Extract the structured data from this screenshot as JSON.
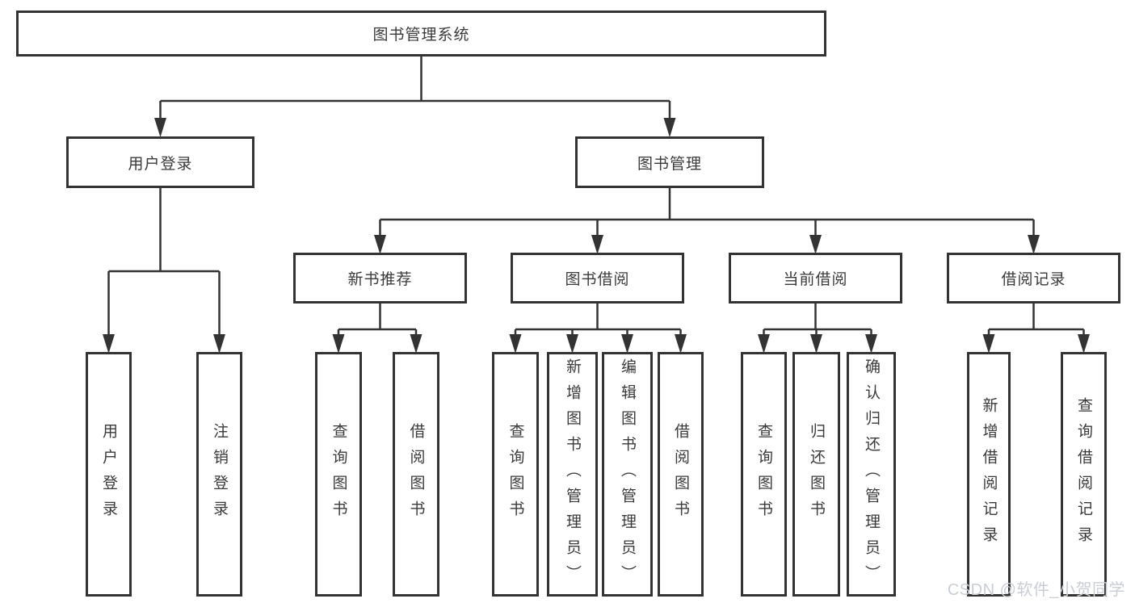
{
  "tree": {
    "label": "图书管理系统",
    "children": [
      {
        "label": "用户登录",
        "children": [
          {
            "label": "用户登录"
          },
          {
            "label": "注销登录"
          }
        ]
      },
      {
        "label": "图书管理",
        "children": [
          {
            "label": "新书推荐",
            "children": [
              {
                "label": "查询图书"
              },
              {
                "label": "借阅图书"
              }
            ]
          },
          {
            "label": "图书借阅",
            "children": [
              {
                "label": "查询图书"
              },
              {
                "label": "新增图书（管理员）"
              },
              {
                "label": "编辑图书（管理员）"
              },
              {
                "label": "借阅图书"
              }
            ]
          },
          {
            "label": "当前借阅",
            "children": [
              {
                "label": "查询图书"
              },
              {
                "label": "归还图书"
              },
              {
                "label": "确认归还（管理员）"
              }
            ]
          },
          {
            "label": "借阅记录",
            "children": [
              {
                "label": "新增借阅记录"
              },
              {
                "label": "查询借阅记录"
              }
            ]
          }
        ]
      }
    ]
  },
  "watermark": {
    "text": "CSDN @软件_小贺同学"
  },
  "colors": {
    "line": "#333333",
    "box_border": "#333333",
    "box_background": "#ffffff",
    "text": "#3a3a3a",
    "watermark": "#c9ced6",
    "page_background": "#ffffff"
  }
}
